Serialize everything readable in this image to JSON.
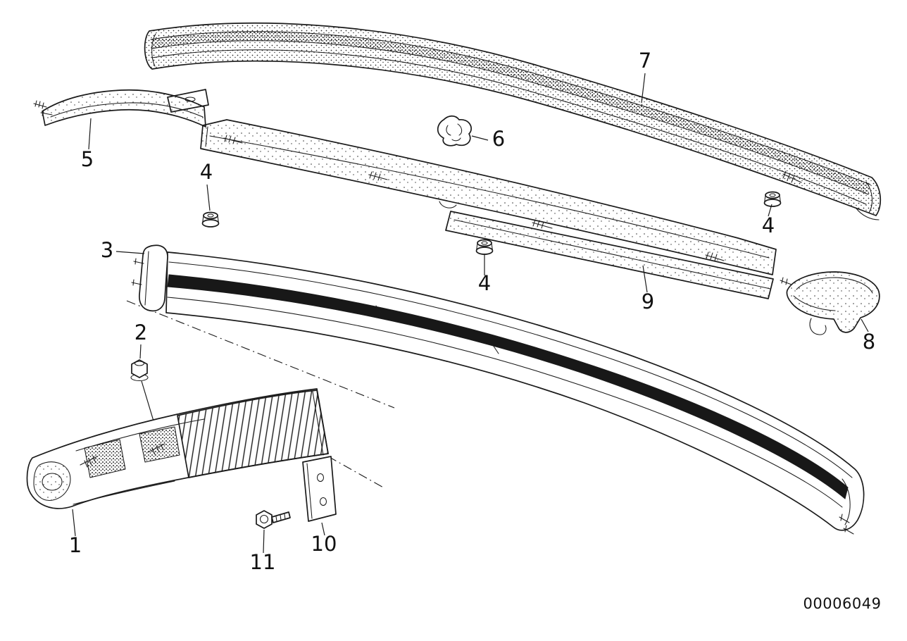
{
  "figure": {
    "kind": "exploded-parts-diagram",
    "drawing_number": "00006049",
    "colors": {
      "line": "#1b1b1b",
      "background": "#ffffff",
      "rubber_strip": "#181818"
    },
    "callouts": [
      {
        "label": "7"
      },
      {
        "label": "5"
      },
      {
        "label": "6"
      },
      {
        "label": "4"
      },
      {
        "label": "4"
      },
      {
        "label": "4"
      },
      {
        "label": "3"
      },
      {
        "label": "9"
      },
      {
        "label": "8"
      },
      {
        "label": "2"
      },
      {
        "label": "1"
      },
      {
        "label": "10"
      },
      {
        "label": "11"
      }
    ]
  }
}
